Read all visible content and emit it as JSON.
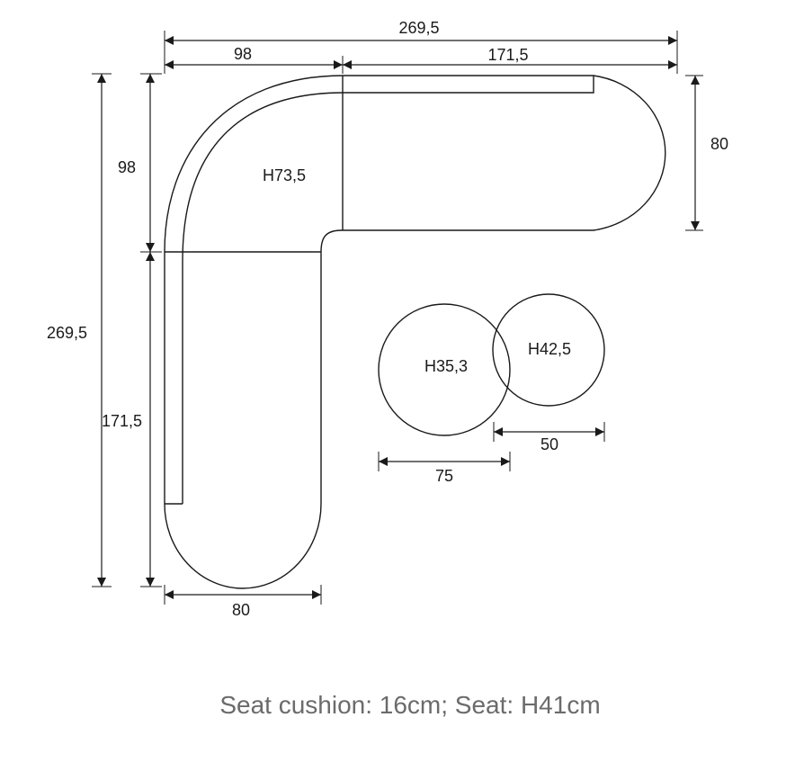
{
  "dimensions": {
    "total_width": "269,5",
    "corner_width": "98",
    "side_width": "171,5",
    "arm_depth_right": "80",
    "total_height": "269,5",
    "corner_height": "98",
    "side_height": "171,5",
    "arm_depth_bottom": "80"
  },
  "sofa": {
    "height": "H73,5"
  },
  "tables": {
    "large_height": "H35,3",
    "large_diameter": "75",
    "small_height": "H42,5",
    "small_diameter": "50"
  },
  "caption": "Seat cushion: 16cm; Seat: H41cm"
}
